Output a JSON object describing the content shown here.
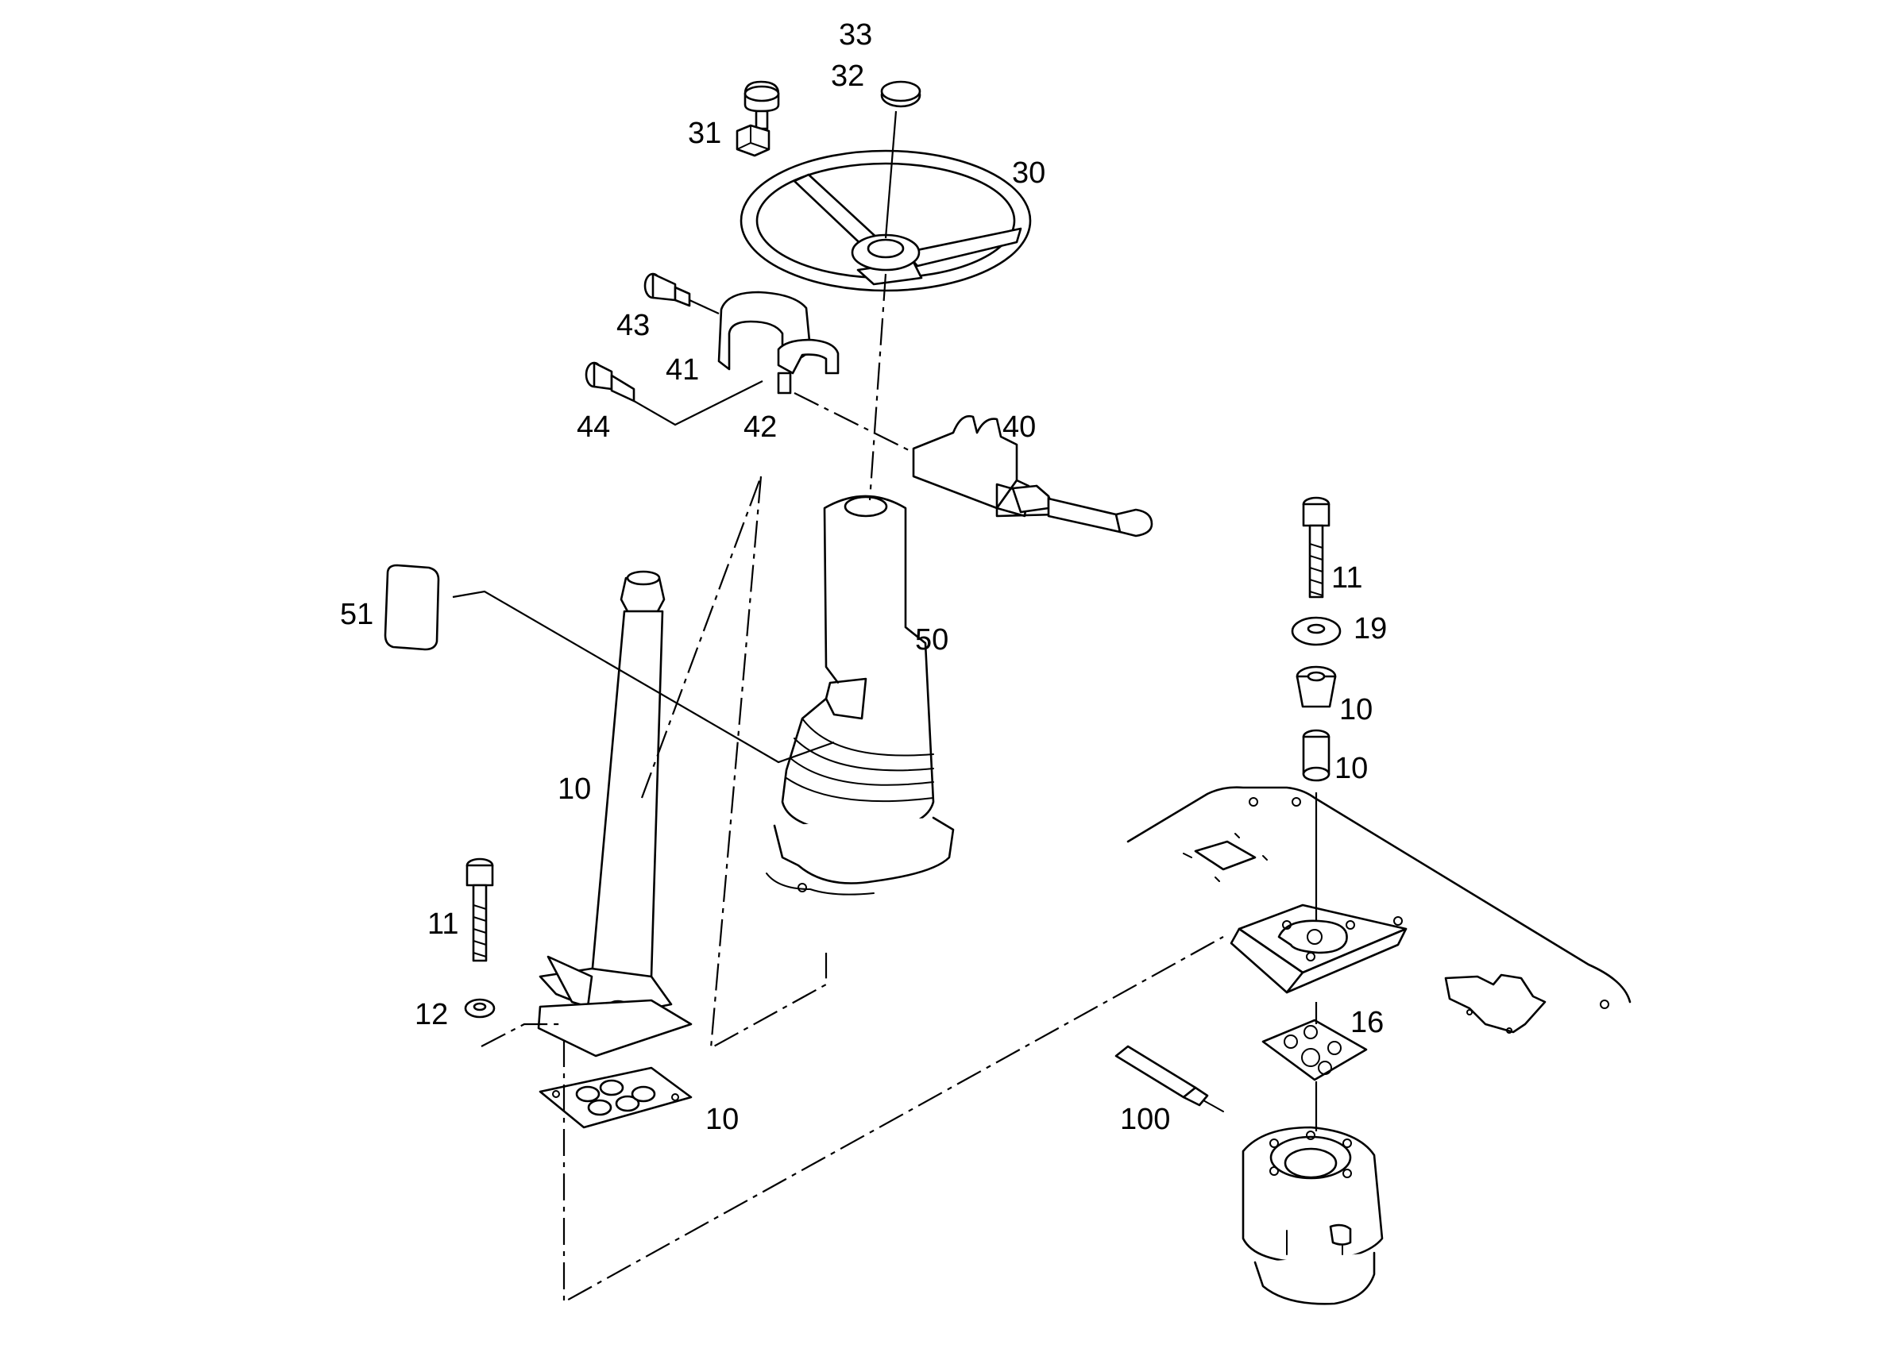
{
  "diagram": {
    "callouts": [
      {
        "id": "c33",
        "text": "33"
      },
      {
        "id": "c32",
        "text": "32"
      },
      {
        "id": "c31",
        "text": "31"
      },
      {
        "id": "c30",
        "text": "30"
      },
      {
        "id": "c43",
        "text": "43"
      },
      {
        "id": "c41",
        "text": "41"
      },
      {
        "id": "c44",
        "text": "44"
      },
      {
        "id": "c42",
        "text": "42"
      },
      {
        "id": "c40",
        "text": "40"
      },
      {
        "id": "c51",
        "text": "51"
      },
      {
        "id": "c50",
        "text": "50"
      },
      {
        "id": "c10a",
        "text": "10"
      },
      {
        "id": "c11a",
        "text": "11"
      },
      {
        "id": "c12",
        "text": "12"
      },
      {
        "id": "c10b",
        "text": "10"
      },
      {
        "id": "c11b",
        "text": "11"
      },
      {
        "id": "c19",
        "text": "19"
      },
      {
        "id": "c10c",
        "text": "10"
      },
      {
        "id": "c10d",
        "text": "10"
      },
      {
        "id": "c16",
        "text": "16"
      },
      {
        "id": "c100",
        "text": "100"
      }
    ]
  }
}
